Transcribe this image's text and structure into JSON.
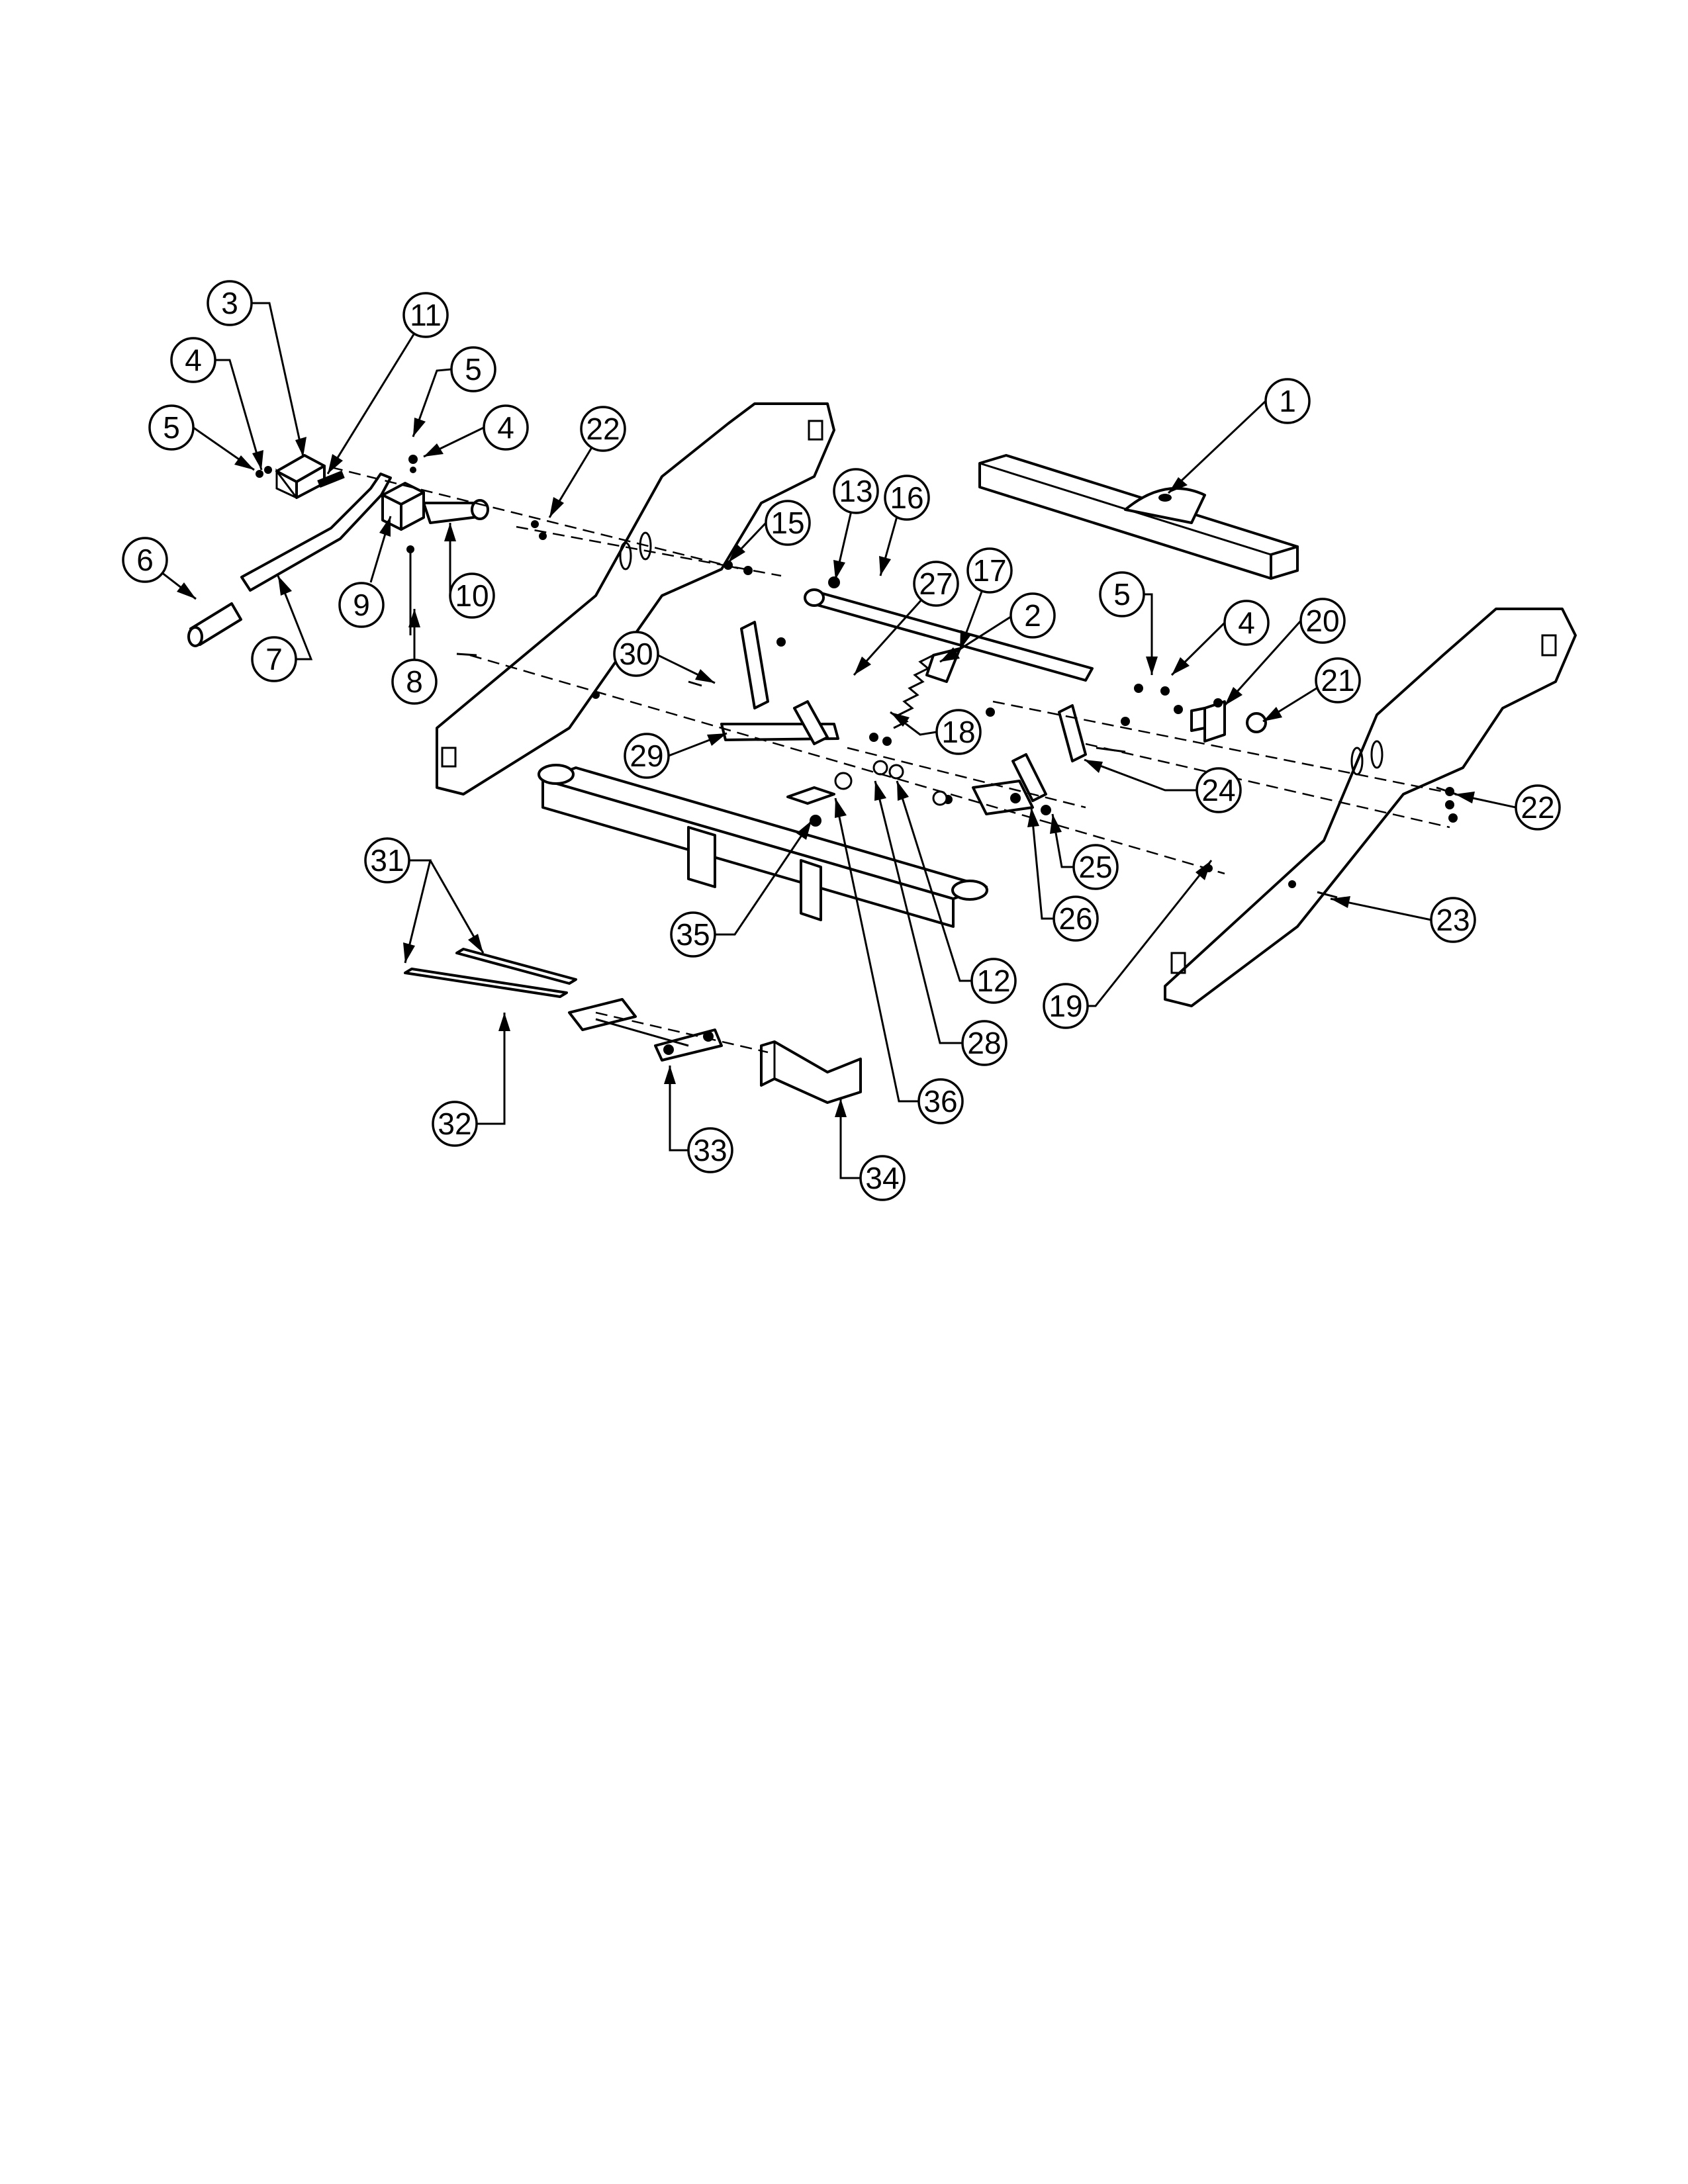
{
  "callouts": [
    {
      "label": "1"
    },
    {
      "label": "2"
    },
    {
      "label": "3"
    },
    {
      "label": "4"
    },
    {
      "label": "4"
    },
    {
      "label": "4"
    },
    {
      "label": "5"
    },
    {
      "label": "5"
    },
    {
      "label": "5"
    },
    {
      "label": "6"
    },
    {
      "label": "7"
    },
    {
      "label": "8"
    },
    {
      "label": "9"
    },
    {
      "label": "10"
    },
    {
      "label": "11"
    },
    {
      "label": "12"
    },
    {
      "label": "13"
    },
    {
      "label": "15"
    },
    {
      "label": "16"
    },
    {
      "label": "17"
    },
    {
      "label": "18"
    },
    {
      "label": "19"
    },
    {
      "label": "20"
    },
    {
      "label": "21"
    },
    {
      "label": "22"
    },
    {
      "label": "22"
    },
    {
      "label": "23"
    },
    {
      "label": "24"
    },
    {
      "label": "25"
    },
    {
      "label": "26"
    },
    {
      "label": "27"
    },
    {
      "label": "28"
    },
    {
      "label": "29"
    },
    {
      "label": "30"
    },
    {
      "label": "31"
    },
    {
      "label": "32"
    },
    {
      "label": "33"
    },
    {
      "label": "34"
    },
    {
      "label": "35"
    },
    {
      "label": "36"
    }
  ],
  "colors": {
    "ink": "#000000",
    "paper": "#ffffff"
  }
}
